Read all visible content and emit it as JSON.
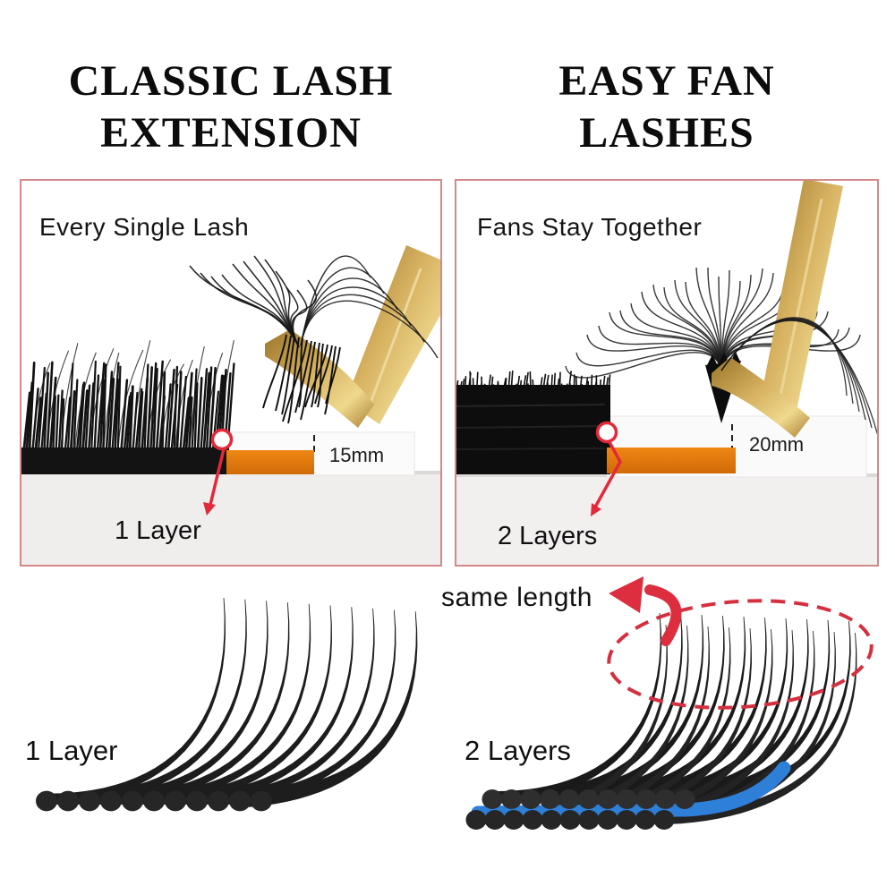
{
  "left_column": {
    "heading_line1": "CLASSIC LASH",
    "heading_line2": "EXTENSION",
    "photo_caption": "Every Single Lash",
    "measurement": "15mm",
    "layer_callout": "1 Layer",
    "diagram_label": "1 Layer"
  },
  "right_column": {
    "heading_line1": "EASY FAN",
    "heading_line2": "LASHES",
    "photo_caption": "Fans Stay Together",
    "measurement": "20mm",
    "layer_callout": "2 Layers",
    "diagram_label": "2 Layers",
    "diagram_annotation": "same length"
  },
  "illustration": {
    "left_layers": 1,
    "right_layers": 2,
    "lashes_per_layer": 10,
    "base_dots_per_row": 11
  },
  "colors": {
    "accent_red": "#e0303e",
    "frame_pink": "#d18989",
    "tape_orange": "#e4770e",
    "layer_blue": "#2e7fd8",
    "gold": "#c9a452",
    "lash_black": "#1d1d1d",
    "ink": "#141414"
  }
}
